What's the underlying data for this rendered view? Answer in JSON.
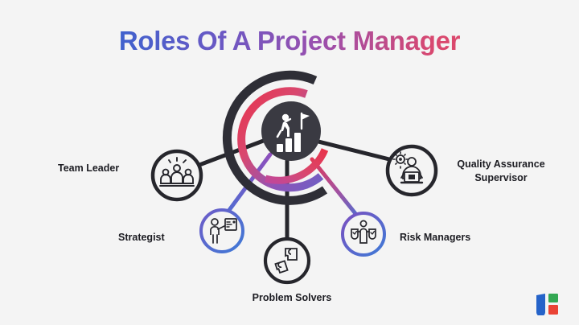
{
  "page": {
    "background_color": "#f4f4f4",
    "title": "Roles Of A Project Manager",
    "title_gradient_start": "#2f6ddb",
    "title_gradient_end": "#e4495f"
  },
  "center": {
    "icon_name": "person-climbing-bar-chart-with-flag-icon",
    "circle_color": "#3a3a42",
    "arc_outer_color": "#2e2e36",
    "arc_inner_gradient": [
      "#e8334b",
      "#d9486f",
      "#8e54b8",
      "#6f5fc4"
    ]
  },
  "nodes": [
    {
      "id": "team-leader",
      "label": "Team Leader",
      "icon_name": "group-of-people-icon",
      "ring_color": "#26262c",
      "connector_color": "#26262c"
    },
    {
      "id": "quality-assurance-supervisor",
      "label": "Quality Assurance\nSupervisor",
      "icon_name": "person-at-laptop-with-gear-icon",
      "ring_color": "#26262c",
      "connector_color": "#26262c"
    },
    {
      "id": "strategist",
      "label": "Strategist",
      "icon_name": "person-presenting-board-icon",
      "ring_color": "#3f6fd0",
      "connector_color": "#7a52b8"
    },
    {
      "id": "problem-solvers",
      "label": "Problem Solvers",
      "icon_name": "puzzle-pieces-icon",
      "ring_color": "#26262c",
      "connector_color": "#26262c"
    },
    {
      "id": "risk-managers",
      "label": "Risk Managers",
      "icon_name": "person-with-shields-checkmark-icon",
      "ring_color": "#3f6fd0",
      "connector_color": "#c4436d"
    }
  ],
  "logo": {
    "name": "brand-logo",
    "blue": "#2563c9",
    "green": "#34a853",
    "red": "#ea4335"
  }
}
